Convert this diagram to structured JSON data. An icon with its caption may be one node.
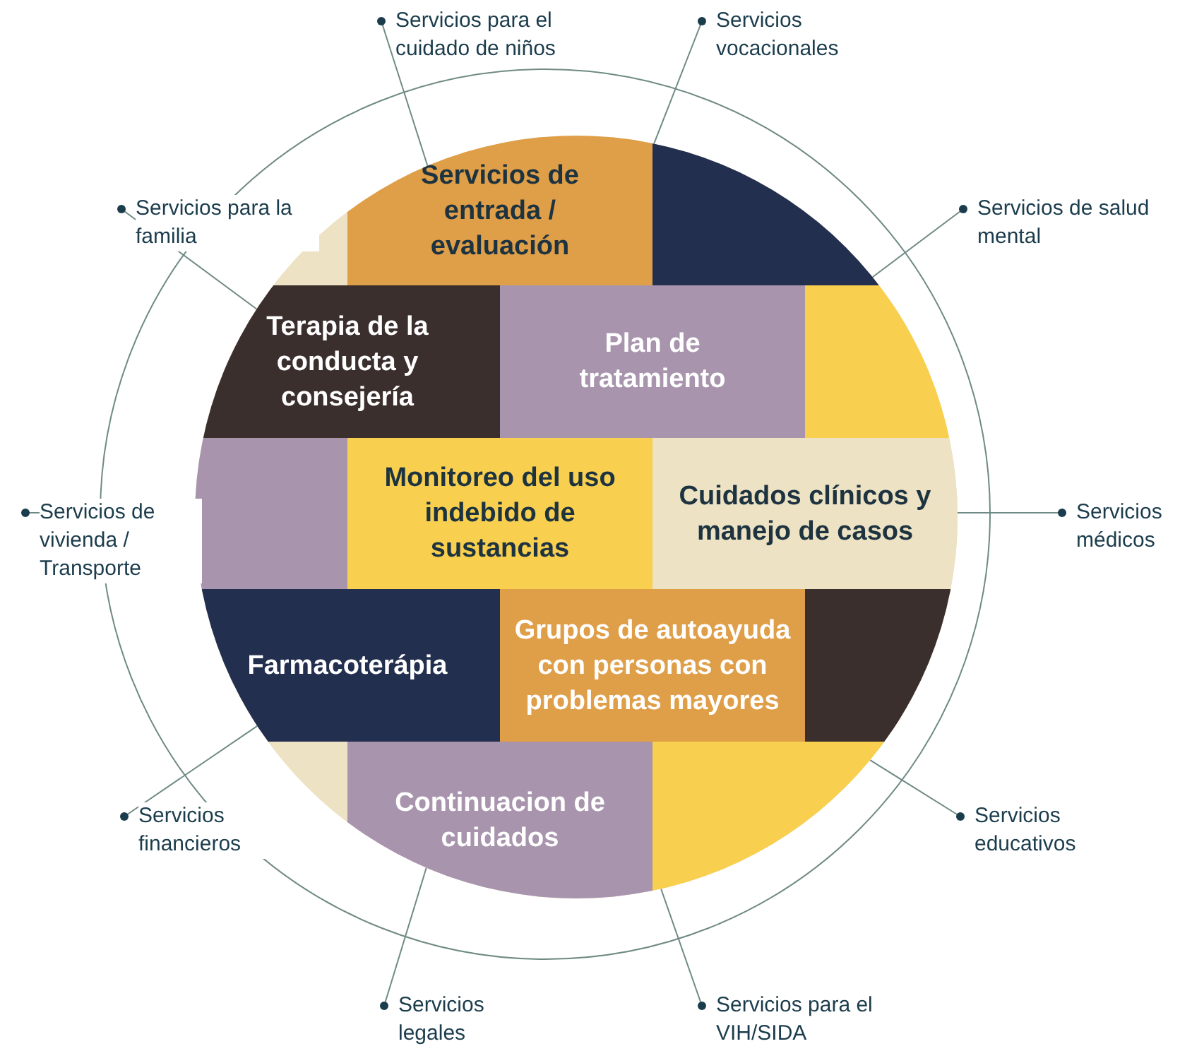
{
  "diagram": {
    "nodes": [
      {
        "text": [],
        "shape": "circle"
      },
      {
        "text": [],
        "shape": "box",
        "in": 0
      },
      {
        "text": [
          "Servicios de entrada / evaluación"
        ],
        "in": 0
      },
      {
        "text": [],
        "shape": "box",
        "in": 0
      },
      {
        "text": [
          "Terapia de la conducta y consejería"
        ],
        "in": 0
      },
      {
        "text": [
          "Plan de tratamiento"
        ],
        "in": 0
      },
      {
        "text": [],
        "shape": "box",
        "in": 0
      },
      {
        "text": [],
        "shape": "box",
        "in": 0
      },
      {
        "text": [
          "Monitoreo del uso indebido de sustancias"
        ],
        "in": 0
      },
      {
        "text": [
          "Cuidados clínicos y manejo de casos"
        ],
        "in": 0
      },
      {
        "text": [
          "Farmacoterápia"
        ],
        "in": 0
      },
      {
        "text": [
          "Grupos de autoayuda con personas con problemas mayores"
        ],
        "in": 0
      },
      {
        "text": [],
        "shape": "box",
        "in": 0
      },
      {
        "text": [],
        "shape": "box",
        "in": 0
      },
      {
        "text": [
          "Continuacion de cuidados"
        ],
        "in": 0
      },
      {
        "text": [],
        "shape": "box",
        "in": 0
      },
      {
        "text": [
          "Servicios para el cuidado de niños"
        ]
      },
      {
        "text": [
          "Servicios vocacionales"
        ]
      },
      {
        "text": [
          "Servicios para la familia"
        ]
      },
      {
        "text": [
          "Servicios de salud mental"
        ]
      },
      {
        "text": [
          "Servicios de vivienda / Transporte"
        ]
      },
      {
        "text": [
          "Servicios médicos"
        ]
      },
      {
        "text": [
          "Servicios financieros"
        ]
      },
      {
        "text": [
          "Servicios educativos"
        ]
      },
      {
        "text": [
          "Servicios legales"
        ]
      },
      {
        "text": [
          "Servicios para el VIH/SIDA"
        ]
      }
    ],
    "edges": [
      {
        "from": 16,
        "to": 0,
        "arrow": "other"
      },
      {
        "from": 17,
        "to": 0,
        "arrow": "other"
      },
      {
        "from": 18,
        "to": 0,
        "arrow": "other"
      },
      {
        "from": 19,
        "to": 0,
        "arrow": "other"
      },
      {
        "from": 20,
        "to": 0,
        "arrow": "other"
      },
      {
        "from": 21,
        "to": 0,
        "arrow": "other"
      },
      {
        "from": 22,
        "to": 0,
        "arrow": "other"
      },
      {
        "from": 23,
        "to": 0,
        "arrow": "other"
      },
      {
        "from": 24,
        "to": 0,
        "arrow": "other"
      },
      {
        "from": 25,
        "to": 0,
        "arrow": "other"
      }
    ]
  }
}
